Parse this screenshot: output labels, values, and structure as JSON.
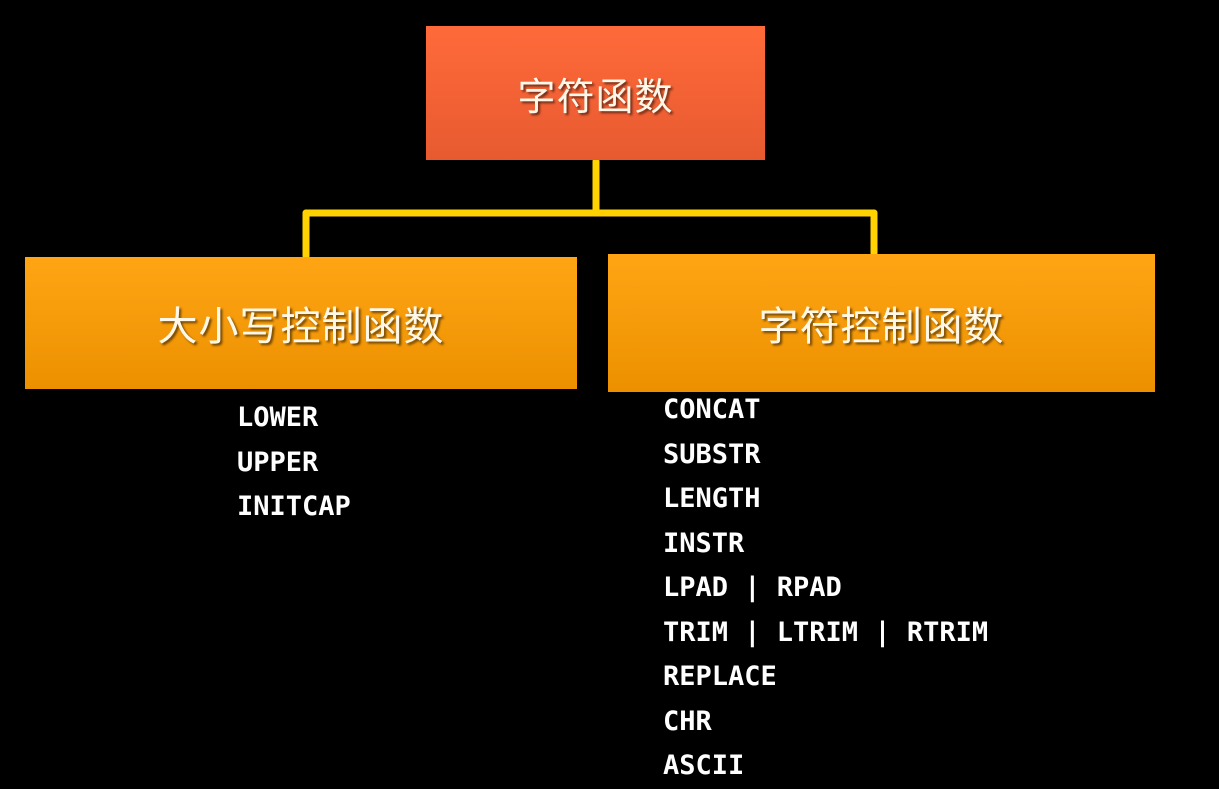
{
  "root": {
    "label": "字符函数"
  },
  "branches": [
    {
      "label": "大小写控制函数",
      "functions": [
        "LOWER",
        "UPPER",
        "INITCAP"
      ]
    },
    {
      "label": "字符控制函数",
      "functions": [
        "CONCAT",
        "SUBSTR",
        "LENGTH",
        "INSTR",
        "LPAD | RPAD",
        "TRIM | LTRIM | RTRIM",
        "REPLACE",
        "CHR",
        "ASCII"
      ]
    }
  ],
  "colors": {
    "background": "#000000",
    "root_box": "#f0643a",
    "branch_box": "#f89a08",
    "connector": "#ffd200",
    "text": "#ffffff"
  }
}
